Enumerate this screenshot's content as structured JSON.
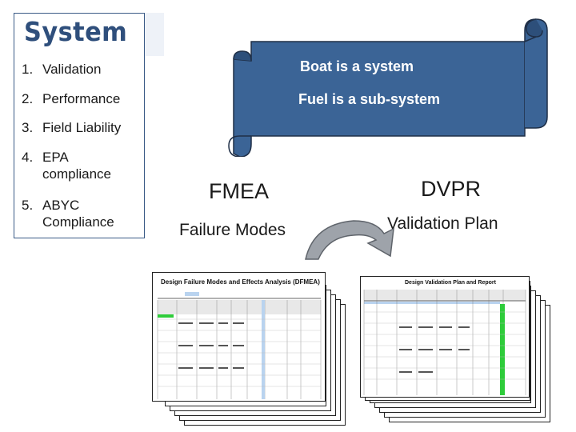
{
  "panel": {
    "title": "System",
    "items": [
      {
        "num": "1.",
        "text": "Validation"
      },
      {
        "num": "2.",
        "text": "Performance"
      },
      {
        "num": "3.",
        "text": "Field Liability"
      },
      {
        "num": "4.",
        "text": "EPA compliance"
      },
      {
        "num": "5.",
        "text": "ABYC Compliance"
      }
    ]
  },
  "scroll": {
    "line1": "Boat is a system",
    "line2": "Fuel is a sub-system",
    "color": "#3b6496"
  },
  "fmea": {
    "heading": "FMEA",
    "subheading": "Failure Modes",
    "doc_title": "Design Failure Modes and Effects Analysis (DFMEA)"
  },
  "dvpr": {
    "heading": "DVPR",
    "subheading": "Validation Plan",
    "doc_title": "Design Validation Plan and Report"
  },
  "colors": {
    "title": "#2f4f7c",
    "arrow": "#9ea3aa",
    "highlight_green": "#2ecc3a",
    "highlight_blue": "#b9d3ef"
  }
}
